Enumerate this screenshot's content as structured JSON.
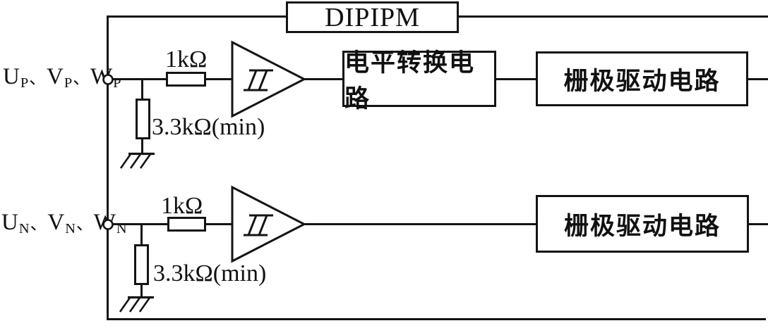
{
  "module": {
    "label": "DIPIPM"
  },
  "pins": {
    "top": {
      "p1": "U",
      "p1_sub": "P",
      "sep1": "、",
      "p2": "V",
      "p2_sub": "P",
      "sep2": "、",
      "p3": "W",
      "p3_sub": "P"
    },
    "bottom": {
      "p1": "U",
      "p1_sub": "N",
      "sep1": "、",
      "p2": "V",
      "p2_sub": "N",
      "sep2": "、",
      "p3": "W",
      "p3_sub": "N"
    }
  },
  "top_channel": {
    "series_resistor_label": "1kΩ",
    "pulldown_resistor_label": "3.3kΩ(min)",
    "level_shift_label": "电平转换电路",
    "gate_drive_label": "栅极驱动电路"
  },
  "bottom_channel": {
    "series_resistor_label": "1kΩ",
    "pulldown_resistor_label": "3.3kΩ(min)",
    "gate_drive_label": "栅极驱动电路"
  },
  "icons": {
    "buffer": "schmitt-trigger-buffer-icon",
    "ground": "ground-icon",
    "terminal": "input-terminal-icon"
  },
  "colors": {
    "line": "#141414",
    "background": "#ffffff",
    "text": "#111111"
  }
}
